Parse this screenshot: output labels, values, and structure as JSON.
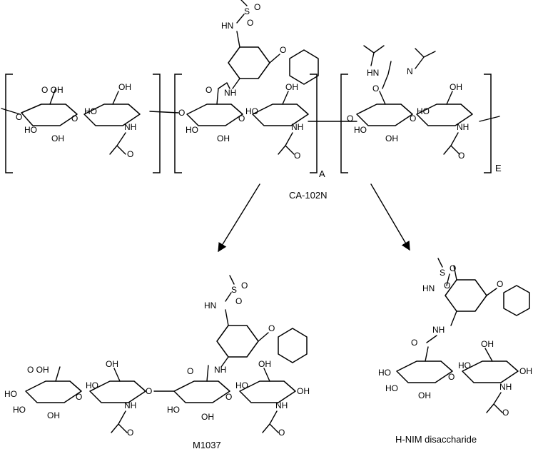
{
  "labels": {
    "polymer": "CA-102N",
    "sub_a": "A",
    "sub_e": "E",
    "product_1": "M1037",
    "product_2": "H-NIM disaccharide"
  },
  "atoms": {
    "oh": "OH",
    "ho": "HO",
    "o": "O",
    "nh": "NH",
    "hn": "HN",
    "n": "N",
    "s": "S",
    "cooh": "O OH"
  }
}
